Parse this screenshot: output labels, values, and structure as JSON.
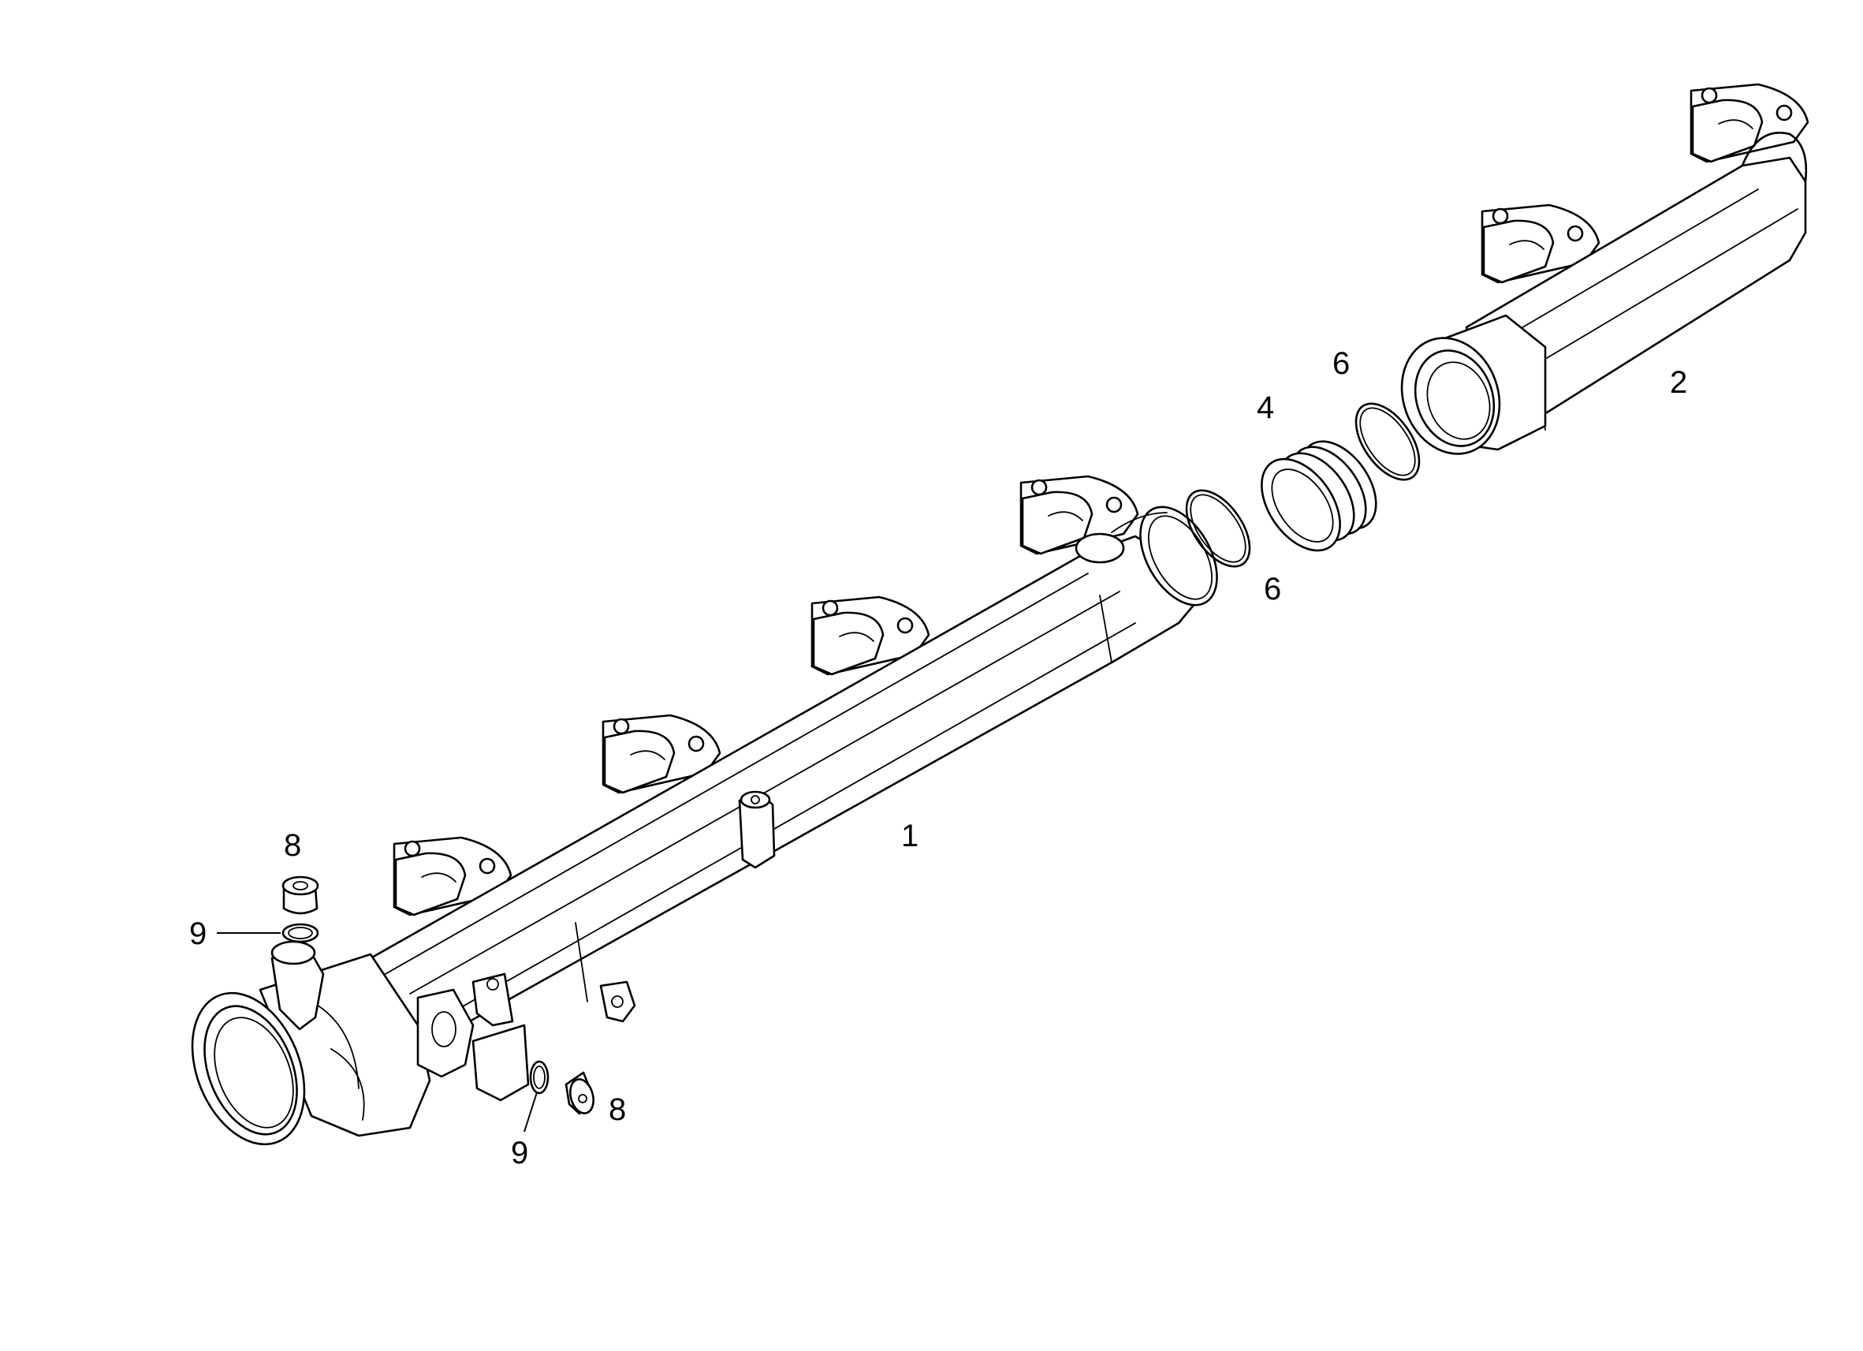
{
  "callouts": {
    "part_1": "1",
    "part_2": "2",
    "part_4": "4",
    "part_6_upper": "6",
    "part_6_lower": "6",
    "part_8_upper": "8",
    "part_8_lower": "8",
    "part_9_upper": "9",
    "part_9_lower": "9"
  },
  "colors": {
    "line": "#000000",
    "background": "#ffffff"
  }
}
